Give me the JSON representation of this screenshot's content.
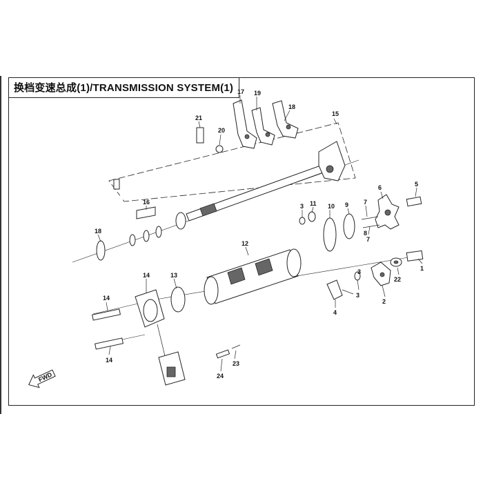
{
  "title": "换档变速总成(1)/TRANSMISSION  SYSTEM(1)",
  "direction_marker": "FWD",
  "callouts": [
    "1",
    "2",
    "3",
    "3",
    "3",
    "4",
    "5",
    "6",
    "7",
    "7",
    "8",
    "9",
    "10",
    "11",
    "12",
    "13",
    "14",
    "14",
    "15",
    "16",
    "17",
    "18",
    "18",
    "19",
    "20",
    "21",
    "22",
    "23",
    "24"
  ]
}
